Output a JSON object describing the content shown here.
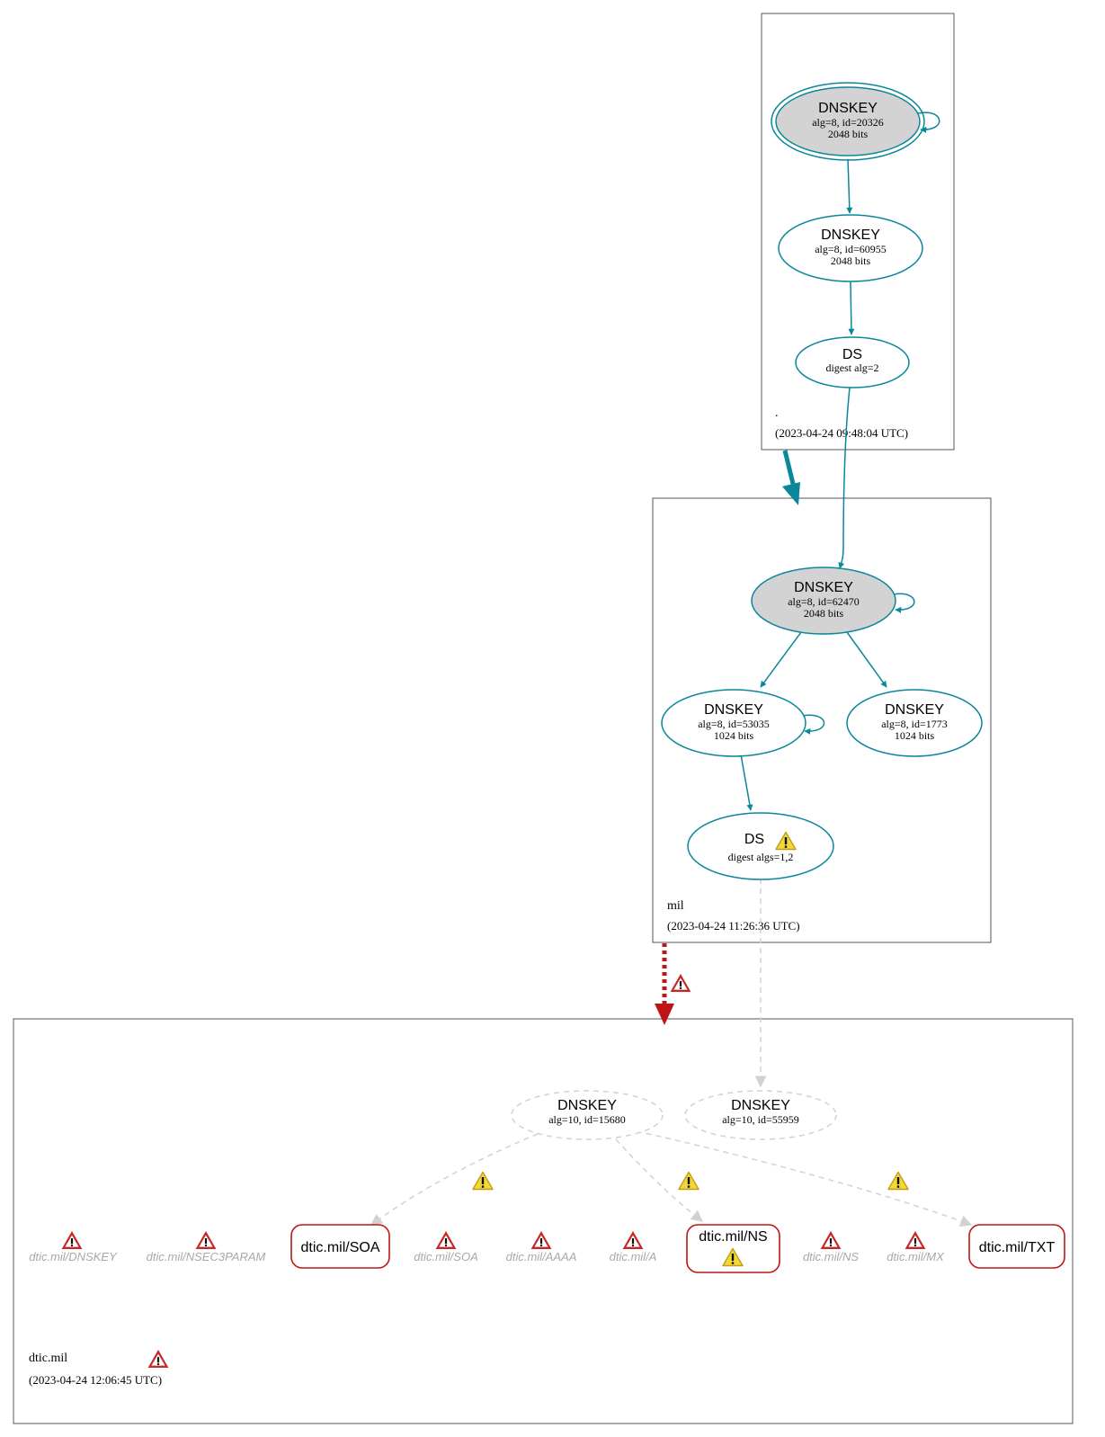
{
  "zones": {
    "root": {
      "name": ".",
      "timestamp": "(2023-04-24 09:48:04 UTC)"
    },
    "mil": {
      "name": "mil",
      "timestamp": "(2023-04-24 11:26:36 UTC)"
    },
    "dtic": {
      "name": "dtic.mil",
      "timestamp": "(2023-04-24 12:06:45 UTC)"
    }
  },
  "nodes": {
    "root_ksk": {
      "title": "DNSKEY",
      "l1": "alg=8, id=20326",
      "l2": "2048 bits"
    },
    "root_zsk": {
      "title": "DNSKEY",
      "l1": "alg=8, id=60955",
      "l2": "2048 bits"
    },
    "root_ds": {
      "title": "DS",
      "l1": "digest alg=2"
    },
    "mil_ksk": {
      "title": "DNSKEY",
      "l1": "alg=8, id=62470",
      "l2": "2048 bits"
    },
    "mil_k53035": {
      "title": "DNSKEY",
      "l1": "alg=8, id=53035",
      "l2": "1024 bits"
    },
    "mil_k1773": {
      "title": "DNSKEY",
      "l1": "alg=8, id=1773",
      "l2": "1024 bits"
    },
    "mil_ds": {
      "title": "DS",
      "l1": "digest algs=1,2"
    },
    "dtic_k15680": {
      "title": "DNSKEY",
      "l1": "alg=10, id=15680"
    },
    "dtic_k55959": {
      "title": "DNSKEY",
      "l1": "alg=10, id=55959"
    }
  },
  "rrsets": {
    "soa": "dtic.mil/SOA",
    "ns": "dtic.mil/NS",
    "txt": "dtic.mil/TXT"
  },
  "missing": [
    "dtic.mil/DNSKEY",
    "dtic.mil/NSEC3PARAM",
    "dtic.mil/SOA",
    "dtic.mil/AAAA",
    "dtic.mil/A",
    "dtic.mil/NS",
    "dtic.mil/MX"
  ],
  "colors": {
    "secure": "#0a879a",
    "error": "#be1515",
    "insecure_edge": "#d2d2d2",
    "ksk_fill": "#d3d3d3",
    "zone_border": "#555555",
    "missing_text": "#a8a8a8"
  },
  "icons": {
    "warning": "warning-icon",
    "error": "error-icon"
  }
}
